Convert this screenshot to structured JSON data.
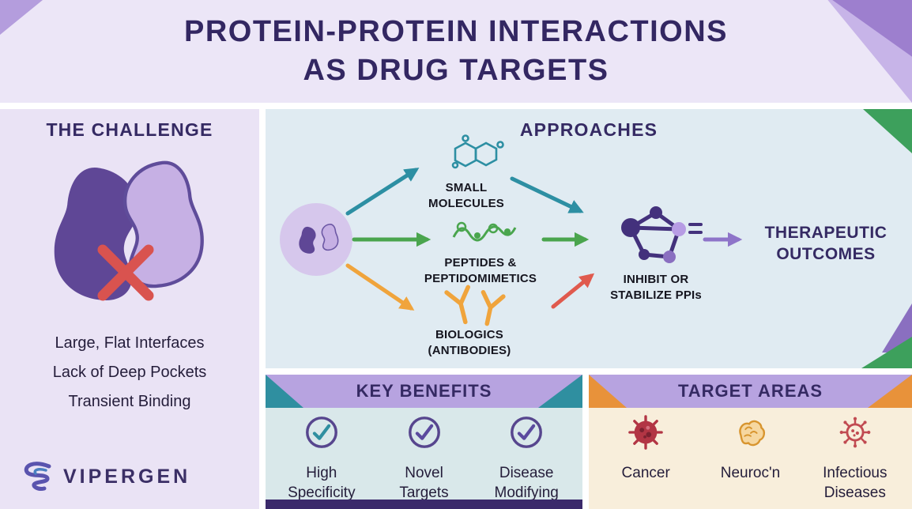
{
  "title": {
    "line1": "PROTEIN-PROTEIN INTERACTIONS",
    "line2": "AS DRUG TARGETS"
  },
  "challenge": {
    "heading": "THE CHALLENGE",
    "points": [
      "Large, Flat Interfaces",
      "Lack of Deep Pockets",
      "Transient Binding"
    ],
    "logo_text": "VIPERGEN"
  },
  "approaches": {
    "heading": "APPROACHES",
    "branches": [
      {
        "icon": "small-molecule-icon",
        "color": "#2d8fa3",
        "line1": "SMALL",
        "line2": "MOLECULES"
      },
      {
        "icon": "peptide-icon",
        "color": "#4aa54e",
        "line1": "PEPTIDES &",
        "line2": "PEPTIDOMIMETICS"
      },
      {
        "icon": "antibody-icon",
        "color": "#f0a43c",
        "line1": "BIOLOGICS",
        "line2": "(ANTIBODIES)"
      }
    ],
    "hub": {
      "icon": "ppi-network-icon",
      "line1": "INHIBIT OR",
      "line2": "STABILIZE PPIs"
    },
    "outcome": {
      "line1": "THERAPEUTIC",
      "line2": "OUTCOMES"
    }
  },
  "benefits": {
    "heading": "KEY BENEFITS",
    "items": [
      {
        "icon": "check-icon",
        "check_color": "#2f8fa0",
        "line1": "High",
        "line2": "Specificity"
      },
      {
        "icon": "check-icon",
        "check_color": "#5b4a9e",
        "line1": "Novel",
        "line2": "Targets"
      },
      {
        "icon": "check-icon",
        "check_color": "#5b4a9e",
        "line1": "Disease",
        "line2": "Modifying"
      }
    ]
  },
  "targets": {
    "heading": "TARGET AREAS",
    "items": [
      {
        "icon": "cancer-cell-icon",
        "color": "#b23544",
        "line1": "Cancer",
        "line2": ""
      },
      {
        "icon": "brain-icon",
        "color": "#d8952f",
        "line1": "Neuroc'n",
        "line2": ""
      },
      {
        "icon": "virus-icon",
        "color": "#c14b52",
        "line1": "Infectious",
        "line2": "Diseases"
      }
    ]
  },
  "colors": {
    "accent_purple": "#352a63",
    "band_purple": "#b7a3e0",
    "teal": "#2d8fa3",
    "green": "#4aa54e",
    "orange": "#f0a43c",
    "red": "#e05a4e",
    "arrow_purple": "#8e74c9",
    "x_red": "#d9534f",
    "bar_dark": "#3b2a6b"
  }
}
